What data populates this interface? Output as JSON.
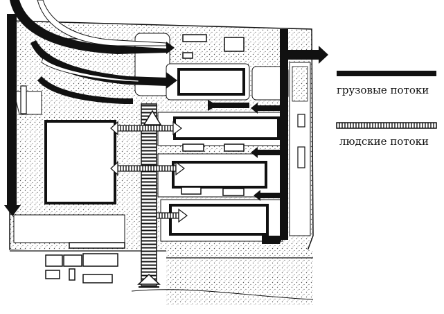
{
  "colors": {
    "ink": "#111111",
    "paper": "#ffffff",
    "stipple": "#9a9a9a"
  },
  "legend": {
    "cargo": {
      "label": "грузовые потоки",
      "swatch": "solid-thick-line"
    },
    "people": {
      "label": "людские потоки",
      "swatch": "hatched-line"
    }
  }
}
